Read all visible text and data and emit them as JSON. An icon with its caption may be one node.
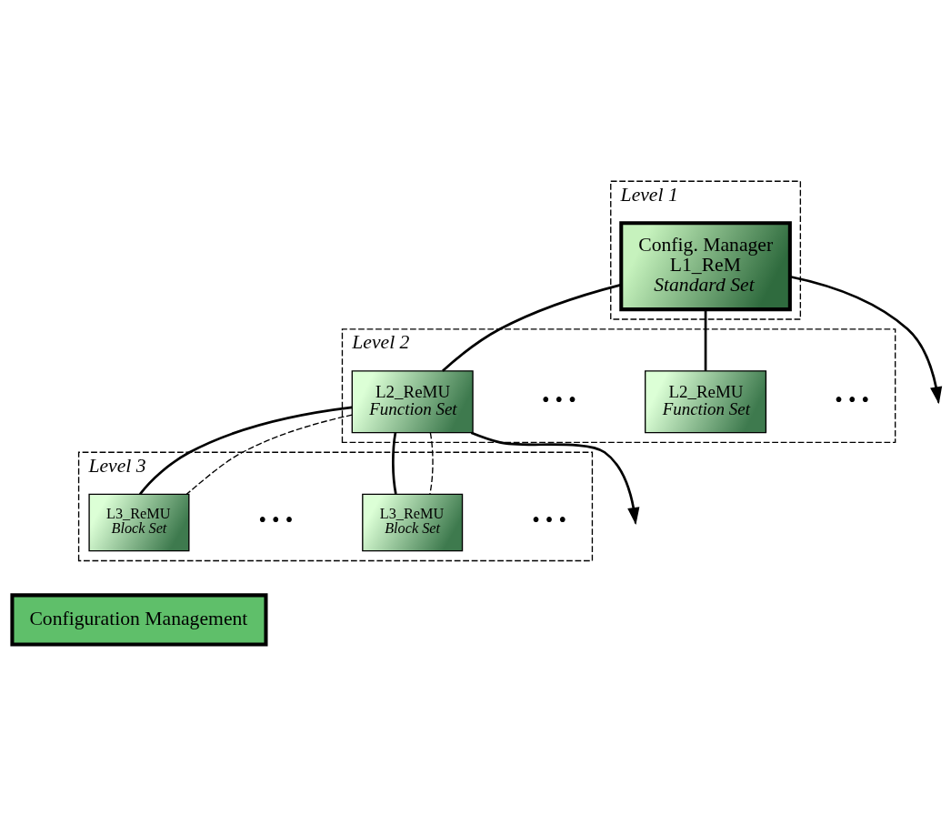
{
  "diagram": {
    "nodes": [
      {
        "text": [
          "Level 1"
        ]
      },
      {
        "text": [
          "Config. Manager",
          "L1_ReM",
          "Standard Set"
        ],
        "in": 0
      },
      {
        "text": [
          "Level 2"
        ]
      },
      {
        "text": [
          "L2_ReMU",
          "Function Set"
        ],
        "in": 2
      },
      {
        "text": [
          "L2_ReMU",
          "Function Set"
        ],
        "in": 2
      },
      {
        "text": [
          "Level 3"
        ]
      },
      {
        "text": [
          "L3_ReMU",
          "Block Set"
        ],
        "in": 5
      },
      {
        "text": [
          "L3_ReMU",
          "Block Set"
        ],
        "in": 5
      },
      {
        "text": [
          "Configuration Management"
        ]
      }
    ],
    "edges": [
      {
        "from": 1,
        "to": 3,
        "arrow": "none"
      },
      {
        "from": 1,
        "to": 4,
        "arrow": "none"
      },
      {
        "from": 1,
        "to": null,
        "arrow": "to"
      },
      {
        "from": 4,
        "to": 6,
        "arrow": "none"
      },
      {
        "from": 4,
        "to": 7,
        "arrow": "none"
      },
      {
        "from": 4,
        "to": null,
        "arrow": "to"
      },
      {
        "from": 4,
        "to": 6,
        "arrow": "none",
        "style": "dashed"
      },
      {
        "from": 4,
        "to": 7,
        "arrow": "none",
        "style": "dashed"
      }
    ],
    "labels": [
      "• • •",
      "• • •",
      "• • •",
      "• • •"
    ]
  }
}
